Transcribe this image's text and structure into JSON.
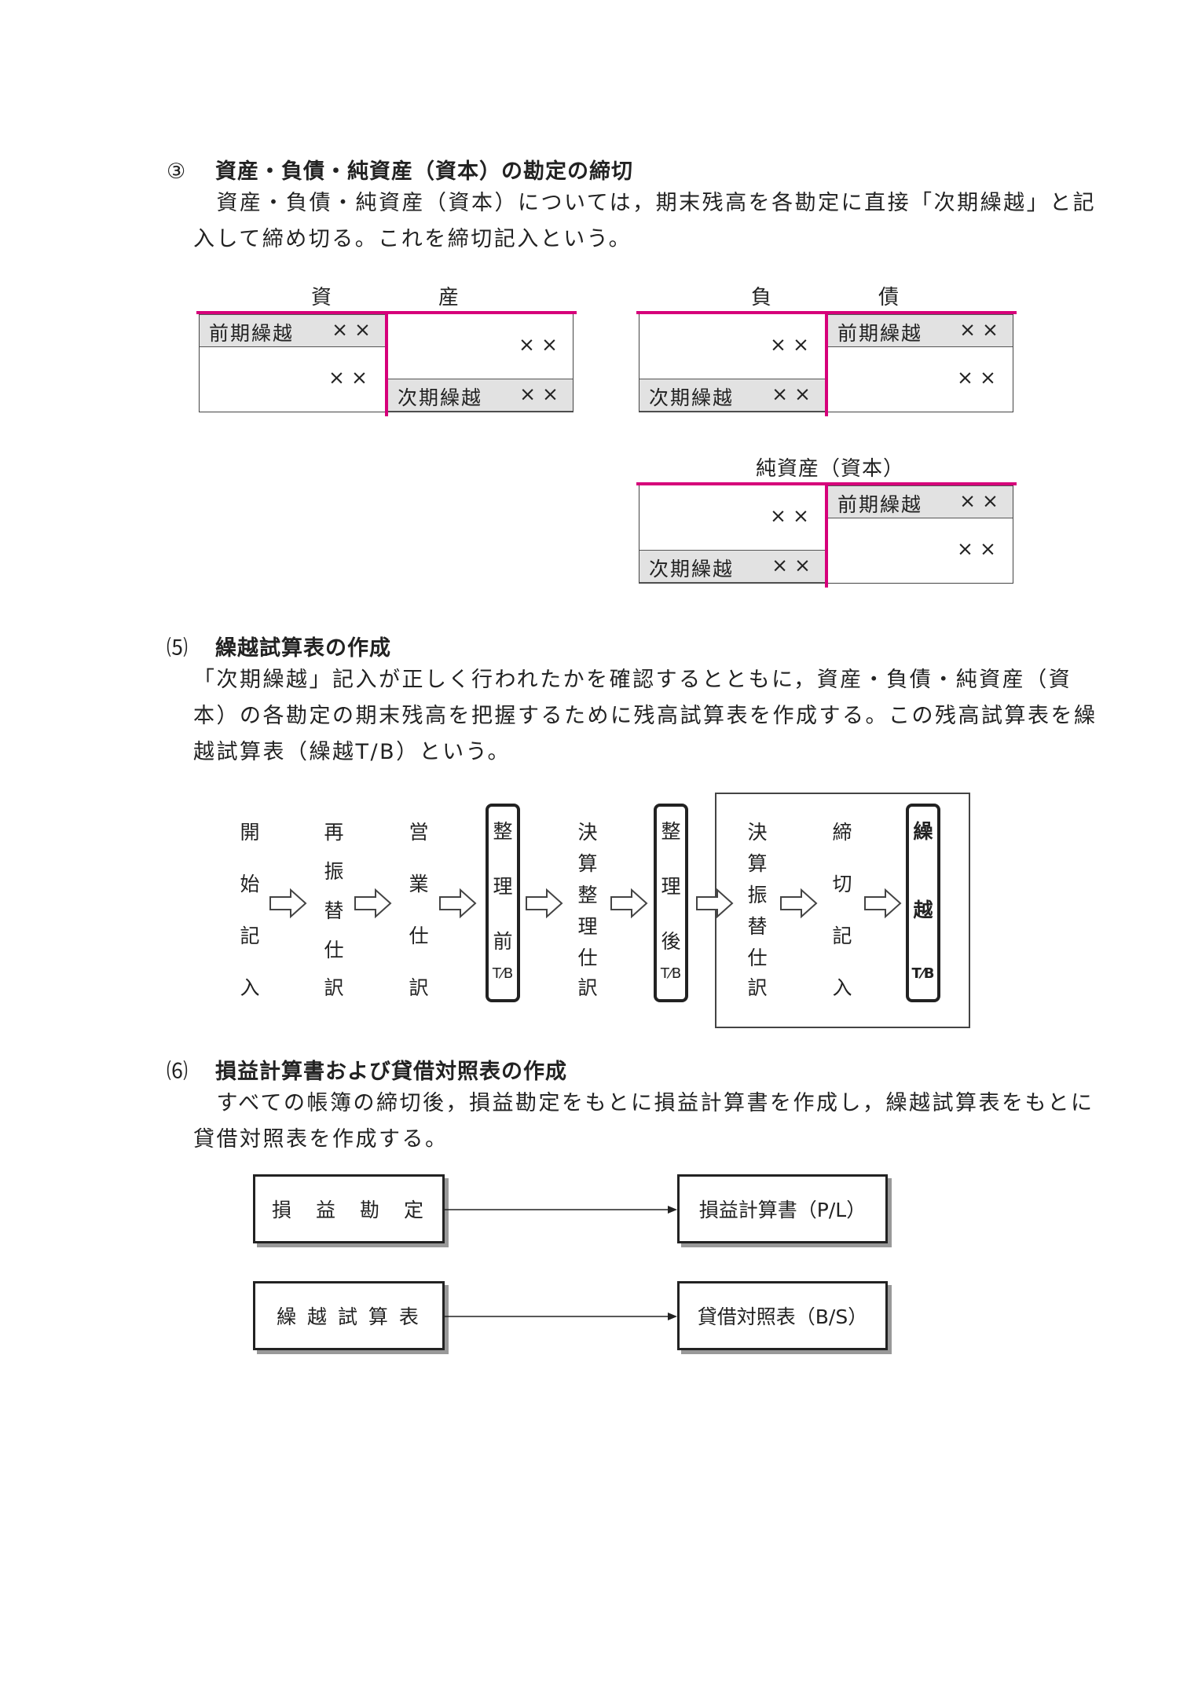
{
  "section3": {
    "heading_num": "③",
    "heading": "資産・負債・純資産（資本）の勘定の締切",
    "lines": [
      "　資産・負債・純資産（資本）については，期末残高を各勘定に直接「次期繰越」と記",
      "入して締め切る。これを締切記入という。"
    ]
  },
  "accounts": {
    "amount": "××",
    "zenki": "前期繰越",
    "jiki": "次期繰越",
    "asset_title": "資　　　　　産",
    "liability_title": "負　　　　　債",
    "equity_title": "純資産（資本）"
  },
  "section5": {
    "heading_num": "⑸",
    "heading": "繰越試算表の作成",
    "lines": [
      "「次期繰越」記入が正しく行われたかを確認するとともに，資産・負債・純資産（資",
      "本）の各勘定の期末残高を把握するために残高試算表を作成する。この残高試算表を繰",
      "越試算表（繰越T/B）という。"
    ]
  },
  "flow": {
    "steps": [
      [
        "開",
        "始",
        "記",
        "入"
      ],
      [
        "再",
        "振",
        "替",
        "仕",
        "訳"
      ],
      [
        "営",
        "業",
        "仕",
        "訳"
      ],
      [
        "整",
        "理",
        "前"
      ],
      [
        "決",
        "算",
        "整",
        "理",
        "仕",
        "訳"
      ],
      [
        "整",
        "理",
        "後"
      ],
      [
        "決",
        "算",
        "振",
        "替",
        "仕",
        "訳"
      ],
      [
        "締",
        "切",
        "記",
        "入"
      ],
      [
        "繰",
        "越"
      ]
    ],
    "tb_top": "T",
    "tb_bottom": "B"
  },
  "section6": {
    "heading_num": "⑹",
    "heading": "損益計算書および貸借対照表の作成",
    "lines": [
      "　すべての帳簿の締切後，損益勘定をもとに損益計算書を作成し，繰越試算表をもとに",
      "貸借対照表を作成する。"
    ]
  },
  "statements": {
    "pl_source": "損　益　勘　定",
    "pl_target": "損益計算書（P/L）",
    "bs_source": "繰 越 試 算 表",
    "bs_target": "貸借対照表（B/S）"
  }
}
